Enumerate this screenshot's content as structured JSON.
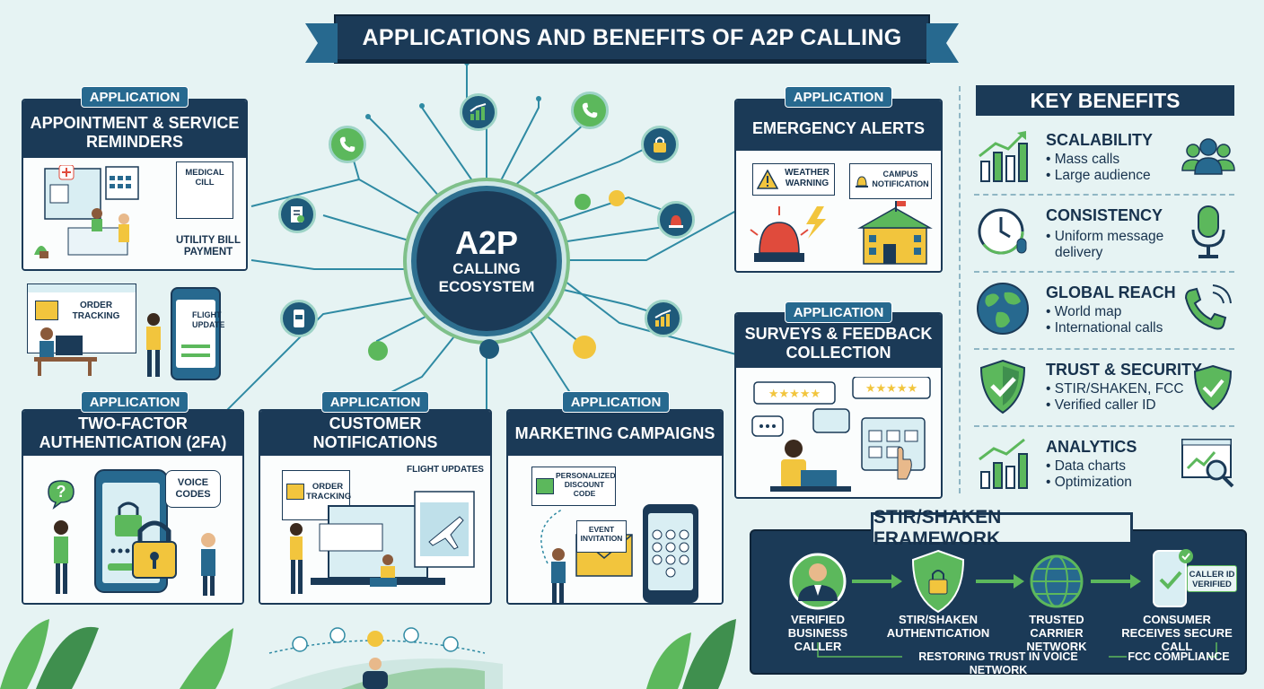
{
  "title": "APPLICATIONS AND BENEFITS OF A2P CALLING",
  "hub": {
    "line1": "A2P",
    "line2": "CALLING",
    "line3": "ECOSYSTEM"
  },
  "applications": {
    "tag": "APPLICATION",
    "reminders": {
      "title": "APPOINTMENT & SERVICE REMINDERS",
      "medical_bill": "MEDICAL CILL",
      "utility_bill": "UTILITY BILL PAYMENT",
      "order_tracking": "ORDER TRACKING",
      "flight_update": "FLIGHT UPDATE"
    },
    "emergency": {
      "title": "EMERGENCY ALERTS",
      "weather": "WEATHER WARNING",
      "campus": "CAMPUS NOTIFICATION"
    },
    "surveys": {
      "title": "SURVEYS & FEEDBACK COLLECTION"
    },
    "twofa": {
      "title": "TWO-FACTOR AUTHENTICATION (2FA)",
      "voice_codes": "VOICE CODES"
    },
    "notifications": {
      "title": "CUSTOMER NOTIFICATIONS",
      "order_tracking": "ORDER TRACKING",
      "flight_updates": "FLIGHT UPDATES"
    },
    "marketing": {
      "title": "MARKETING CAMPAIGNS",
      "discount": "PERSONALIZED DISCOUNT CODE",
      "event": "EVENT INVITATION"
    }
  },
  "key_benefits": {
    "title": "KEY BENEFITS",
    "items": [
      {
        "title": "SCALABILITY",
        "lines": [
          "• Mass calls",
          "• Large audience"
        ],
        "icon": "growth-chart-icon",
        "right_icon": "people-group-icon"
      },
      {
        "title": "CONSISTENCY",
        "lines": [
          "• Uniform message",
          "  delivery"
        ],
        "icon": "clock-icon",
        "right_icon": "microphone-icon"
      },
      {
        "title": "GLOBAL REACH",
        "lines": [
          "• World map",
          "• International calls"
        ],
        "icon": "globe-icon",
        "right_icon": "phone-icon"
      },
      {
        "title": "TRUST & SECURITY",
        "lines": [
          "• STIR/SHAKEN, FCC",
          "• Verified caller ID"
        ],
        "icon": "shield-check-icon",
        "right_icon": "shield-check-icon"
      },
      {
        "title": "ANALYTICS",
        "lines": [
          "• Data charts",
          "• Optimization"
        ],
        "icon": "bar-chart-icon",
        "right_icon": "magnifier-chart-icon"
      }
    ]
  },
  "stir_shaken": {
    "title": "STIR/SHAKEN FRAMEWORK",
    "steps": [
      {
        "label": "VERIFIED BUSINESS CALLER",
        "icon": "business-person-icon"
      },
      {
        "label": "STIR/SHAKEN AUTHENTICATION",
        "icon": "shield-lock-icon"
      },
      {
        "label": "TRUSTED CARRIER NETWORK",
        "icon": "globe-network-icon"
      },
      {
        "label": "CONSUMER RECEIVES SECURE CALL",
        "icon": "phone-check-icon"
      }
    ],
    "caller_id_badge": "CALLER ID VERIFIED",
    "footer_left": "RESTORING TRUST IN VOICE NETWORK",
    "footer_right": "FCC COMPLIANCE"
  },
  "colors": {
    "navy": "#1b3a57",
    "teal": "#27698f",
    "green": "#5cb85c",
    "yellow": "#f2c53d",
    "red": "#e04b3c",
    "background": "#e6f3f3"
  }
}
